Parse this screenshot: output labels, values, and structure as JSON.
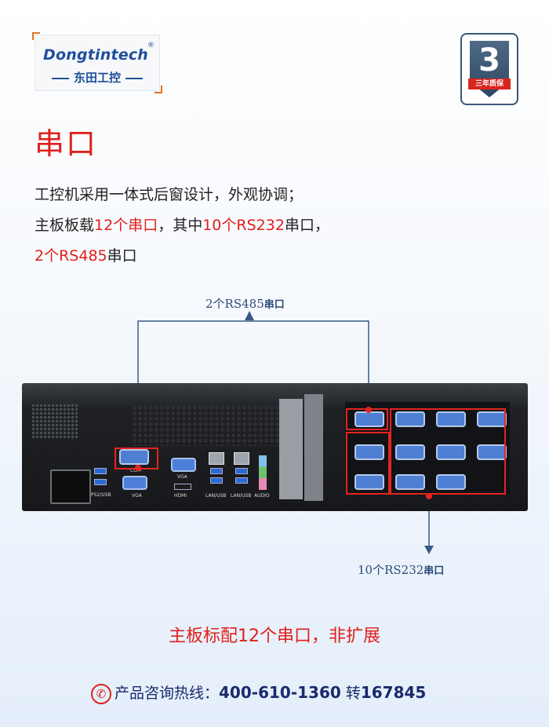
{
  "header": {
    "brand_en": "Dongtintech",
    "brand_reg": "®",
    "brand_cn": "东田工控",
    "warranty_number": "3",
    "warranty_label": "三年质保"
  },
  "section": {
    "title": "串口",
    "line1": "工控机采用一体式后窗设计，外观协调；",
    "line2_a": "主板板载",
    "line2_b": "12个串口",
    "line2_c": "，其中",
    "line2_d": "10个RS232",
    "line2_e": "串口，",
    "line3_a": "2个RS485",
    "line3_b": "串口"
  },
  "diagram": {
    "callout_top_a": "2个RS485",
    "callout_top_b": "串口",
    "callout_bottom_a": "10个RS232",
    "callout_bottom_b": "串口",
    "port_labels": {
      "com": "COM",
      "vga": "VGA",
      "ps2_usb": "PS2/USB",
      "hdmi": "HDMI",
      "lan_usb_1": "LAN/USB",
      "lan_usb_2": "LAN/USB",
      "audio": "AUDIO"
    },
    "highlight_color": "#e52420"
  },
  "footer": {
    "note": "主板标配12个串口，非扩展",
    "hotline_label": "产品咨询热线：",
    "hotline_number": "400-610-1360",
    "hotline_ext_label": "转",
    "hotline_ext": "167845"
  }
}
